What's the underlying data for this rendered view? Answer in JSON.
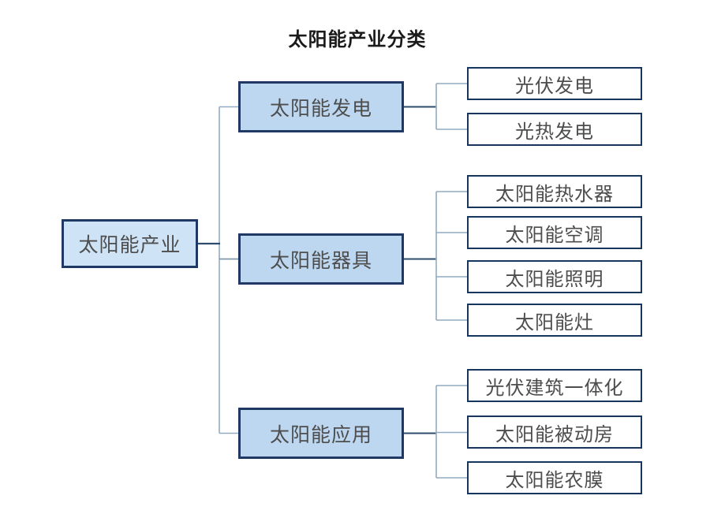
{
  "title": "太阳能产业分类",
  "tree": {
    "root": {
      "label": "太阳能产业"
    },
    "branches": [
      {
        "label": "太阳能发电",
        "children": [
          "光伏发电",
          "光热发电"
        ]
      },
      {
        "label": "太阳能器具",
        "children": [
          "太阳能热水器",
          "太阳能空调",
          "太阳能照明",
          "太阳能灶"
        ]
      },
      {
        "label": "太阳能应用",
        "children": [
          "光伏建筑一体化",
          "太阳能被动房",
          "太阳能农膜"
        ]
      }
    ]
  },
  "colors": {
    "node_border": "#1f3864",
    "leaf_border": "#17365d",
    "root_fill": "#cfe3f6",
    "branch_fill": "#bdd7f0",
    "leaf_fill": "#ffffff",
    "connector_light": "#92abc4",
    "connector_dark": "#2e4d6e",
    "node_text": "#4d4d4d",
    "title_text": "#1a1a1a"
  }
}
